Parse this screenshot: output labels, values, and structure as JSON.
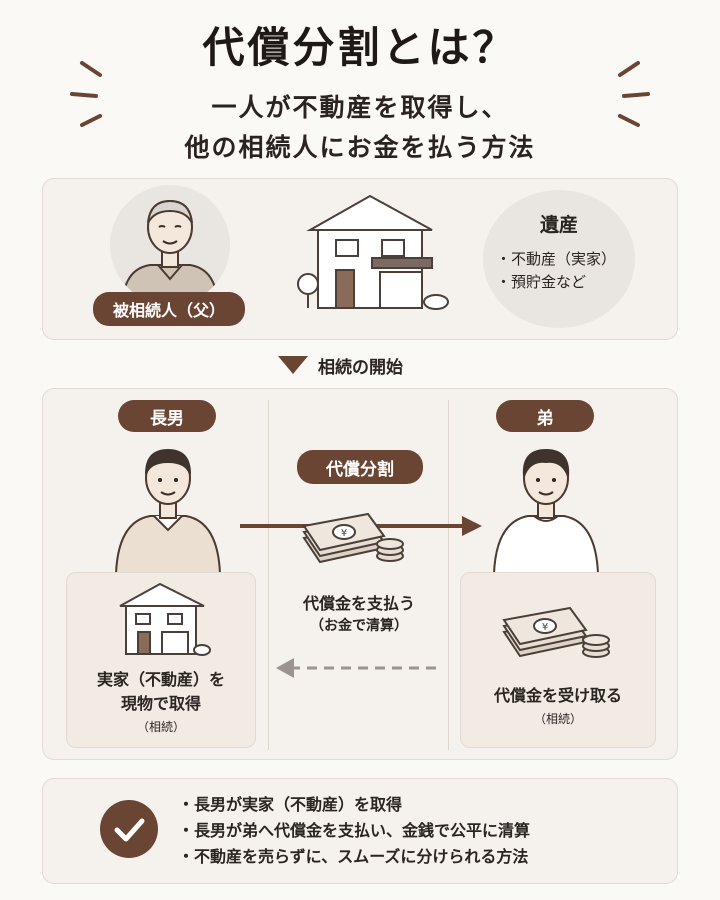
{
  "title": "代償分割とは？",
  "subtitle": {
    "line1": "一人が不動産を取得し、",
    "line2": "他の相続人にお金を払う方法"
  },
  "top_panel": {
    "deceased_label": "被相続人（父）",
    "assets_title": "遺産",
    "assets": [
      "・不動産（実家）",
      "・預貯金など"
    ]
  },
  "transition_label": "相続の開始",
  "main_panel": {
    "left": {
      "label": "長男",
      "card_line1": "実家（不動産）を",
      "card_line2": "現物で取得",
      "card_note": "（相続）"
    },
    "center": {
      "label": "代償分割",
      "line1": "代償金を支払う",
      "line2": "（お金で清算）"
    },
    "right": {
      "label": "弟",
      "card_line1": "代償金を受け取る",
      "card_note": "（相続）"
    }
  },
  "summary": [
    "・長男が実家（不動産）を取得",
    "・長男が弟へ代償金を支払い、金銭で公平に清算",
    "・不動産を売らずに、スムーズに分けられる方法"
  ],
  "colors": {
    "accent": "#6a4534",
    "panel": "#f5f1ec",
    "background": "#fbf9f6"
  }
}
